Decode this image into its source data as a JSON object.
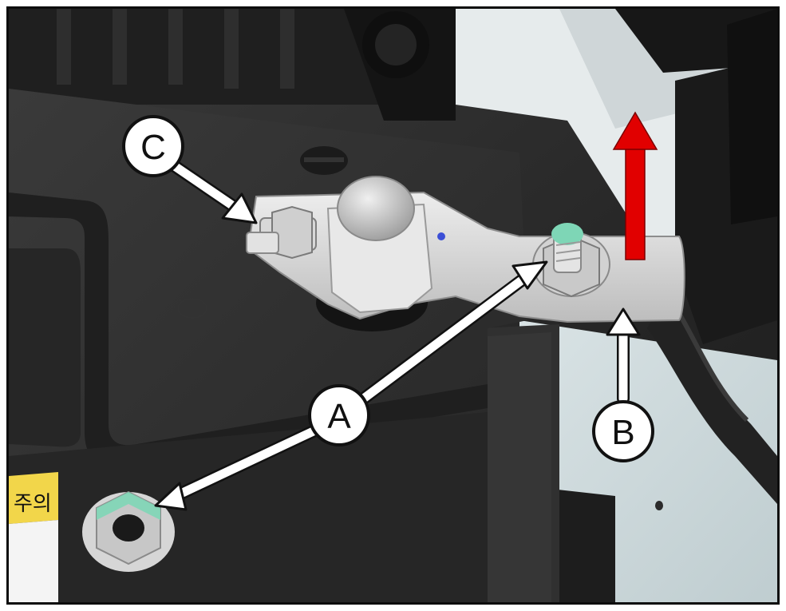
{
  "callouts": {
    "a": "A",
    "b": "B",
    "c": "C"
  },
  "sticker": {
    "text": "주의"
  },
  "colors": {
    "red_arrow": "#e10000",
    "callout_fill": "#ffffff",
    "callout_stroke": "#111111",
    "green_thread_lock": "#7ed6b6"
  }
}
